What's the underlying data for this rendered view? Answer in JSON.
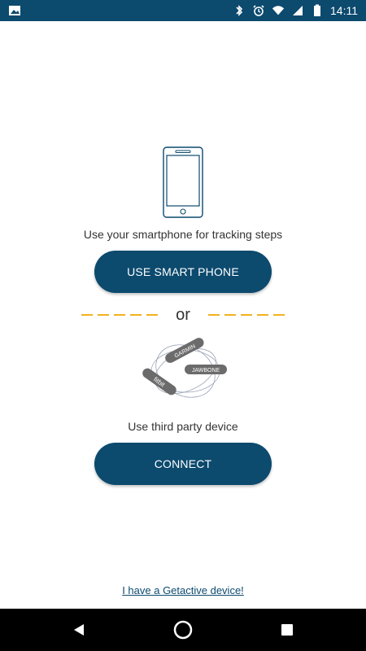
{
  "status_bar": {
    "time": "14:11",
    "icons": [
      "image-icon",
      "bluetooth-icon",
      "alarm-icon",
      "wifi-icon",
      "cell-signal-icon",
      "battery-icon"
    ]
  },
  "main": {
    "phone_caption": "Use your smartphone for tracking steps",
    "smart_phone_button": "USE SMART PHONE",
    "separator": "or",
    "third_party_caption": "Use third party device",
    "connect_button": "CONNECT",
    "brand_labels": {
      "garmin": "GARMIN",
      "fitbit": "fitbit",
      "jawbone": "JAWBONE"
    },
    "getactive_link": "I have a Getactive device!"
  },
  "colors": {
    "primary": "#0c4a6e",
    "accent_dash": "#f2b21d",
    "text": "#333333",
    "background": "#ffffff"
  }
}
